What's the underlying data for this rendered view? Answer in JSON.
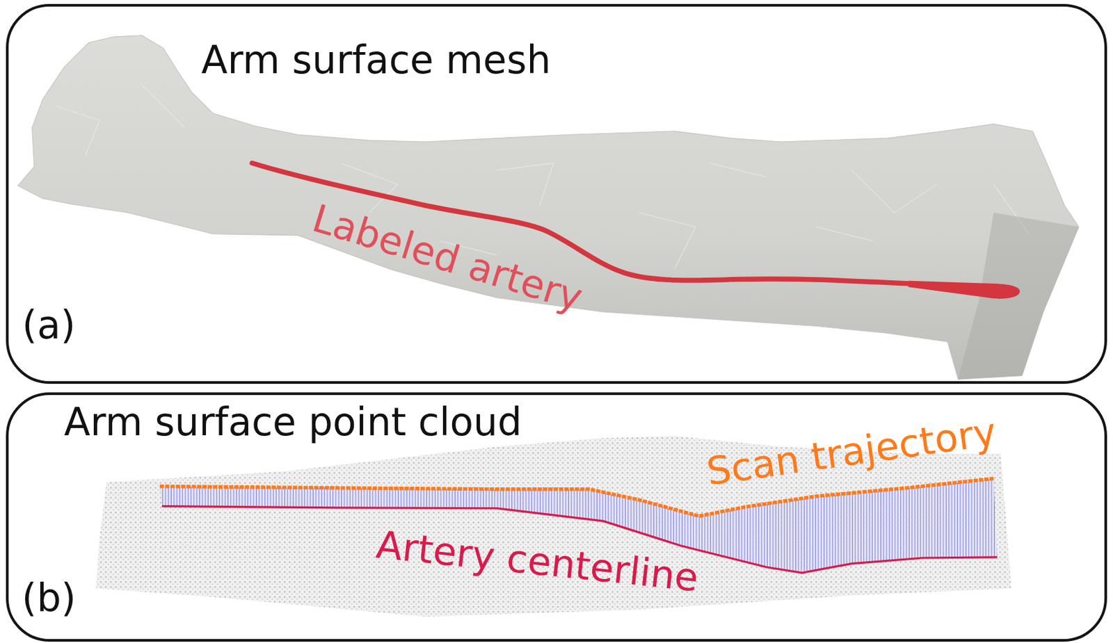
{
  "diagram": {
    "nodes": [
      {
        "text": [
          "Arm surface mesh"
        ]
      },
      {
        "text": [
          "Arm surface point cloud"
        ]
      }
    ],
    "labels": [
      "Labeled artery",
      "(a)",
      "Scan trajectory",
      "Artery centerline",
      "(b)"
    ]
  }
}
